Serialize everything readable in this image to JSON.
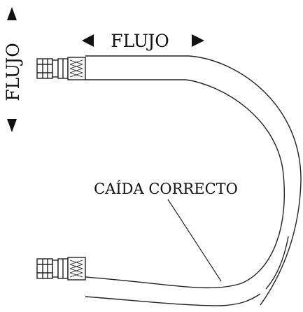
{
  "labels": {
    "flow_horizontal": "FLUJO",
    "flow_vertical": "FLUJO",
    "sag": "CAÍDA CORRECTO"
  },
  "icons": {
    "flow_left": "triangle-left-arrow",
    "flow_right": "triangle-right-arrow",
    "flow_up": "triangle-up-arrow",
    "flow_down": "triangle-down-arrow"
  },
  "colors": {
    "ink": "#111111",
    "background": "#ffffff"
  }
}
